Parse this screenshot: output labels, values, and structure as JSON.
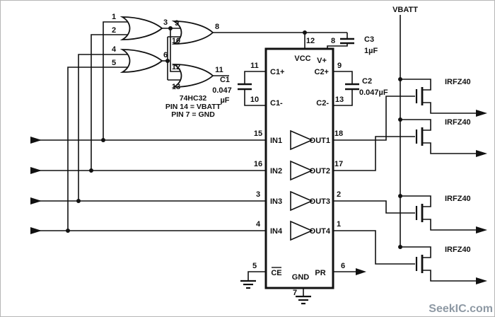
{
  "colors": {
    "ink": "#111111",
    "watermark": "#8e99a4",
    "background": "#ffffff"
  },
  "watermark": "SeekIC.com",
  "supply": {
    "vbatt_label": "VBATT"
  },
  "or_gates": {
    "note": {
      "chip": "74HC32",
      "pin14": "PIN 14 = VBATT",
      "pin7": "PIN 7 = GND"
    },
    "g1": {
      "in1": "1",
      "in2": "2",
      "out": "3"
    },
    "g2": {
      "in1": "4",
      "in2": "5",
      "out": "6"
    },
    "g3": {
      "in1": "9",
      "in2": "10",
      "out": "8"
    },
    "g4": {
      "in1": "12",
      "in2": "13",
      "out": "11"
    }
  },
  "driver_ic": {
    "vcc_label": "VCC",
    "vcc_pin": "12",
    "vplus_label": "V+",
    "vplus_pin": "8",
    "c1_plus_label": "C1+",
    "c1_plus_pin": "11",
    "c1_minus_label": "C1-",
    "c1_minus_pin": "10",
    "c2_plus_label": "C2+",
    "c2_plus_pin": "9",
    "c2_minus_label": "C2-",
    "c2_minus_pin": "13",
    "ce_label": "CE",
    "ce_pin": "5",
    "gnd_label": "GND",
    "gnd_pin": "7",
    "pr_label": "PR",
    "pr_pin": "6",
    "rows": [
      {
        "in_label": "IN1",
        "in_pin": "15",
        "out_label": "OUT1",
        "out_pin": "18"
      },
      {
        "in_label": "IN2",
        "in_pin": "16",
        "out_label": "OUT2",
        "out_pin": "17"
      },
      {
        "in_label": "IN3",
        "in_pin": "3",
        "out_label": "OUT3",
        "out_pin": "2"
      },
      {
        "in_label": "IN4",
        "in_pin": "4",
        "out_label": "OUT4",
        "out_pin": "1"
      }
    ]
  },
  "capacitors": {
    "c1": {
      "name": "C1",
      "value": "0.047",
      "unit": "µF"
    },
    "c2": {
      "name": "C2",
      "value": "0.047µF"
    },
    "c3": {
      "name": "C3",
      "value": "1µF"
    }
  },
  "mosfets": [
    {
      "part": "IRFZ40"
    },
    {
      "part": "IRFZ40"
    },
    {
      "part": "IRFZ40"
    },
    {
      "part": "IRFZ40"
    }
  ]
}
